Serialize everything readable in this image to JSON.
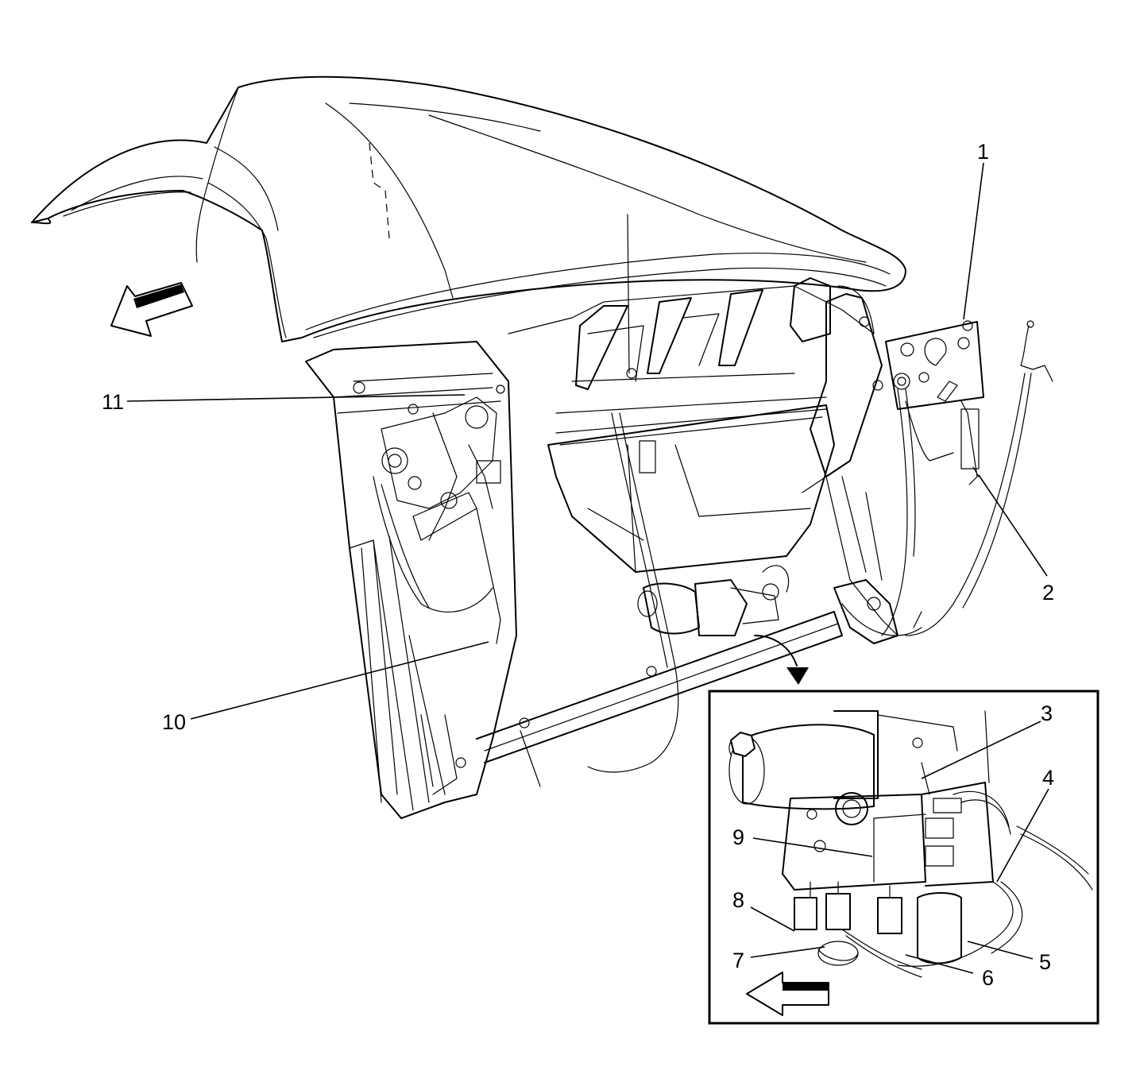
{
  "callouts": {
    "c1": "1",
    "c2": "2",
    "c3": "3",
    "c4": "4",
    "c5": "5",
    "c6": "6",
    "c7": "7",
    "c8": "8",
    "c9": "9",
    "c10": "10",
    "c11": "11"
  },
  "icons": {
    "forward_arrow_main": "forward-arrow-icon",
    "forward_arrow_detail": "forward-arrow-icon",
    "detail_pointer": "curved-arrow-icon"
  },
  "colors": {
    "line": "#000000",
    "background": "#ffffff"
  }
}
